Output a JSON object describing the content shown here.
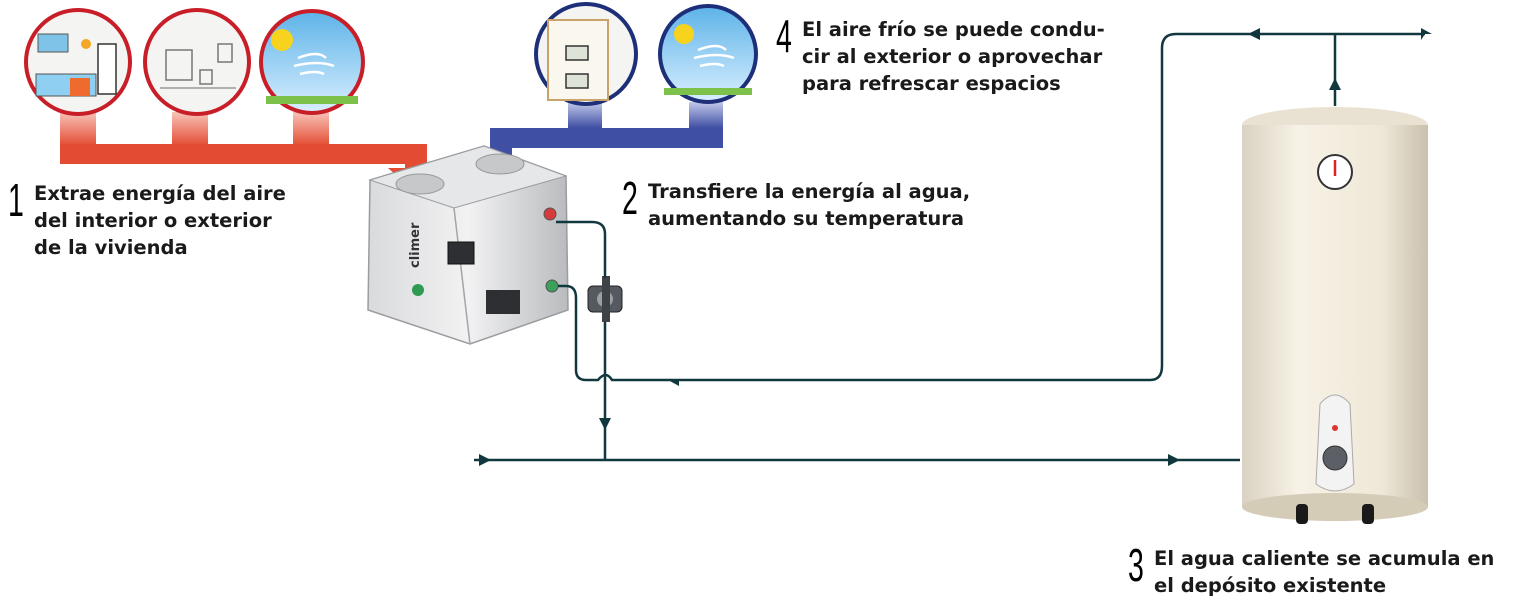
{
  "steps": [
    {
      "number": "1",
      "lines": [
        "Extrae energía del aire",
        "del interior o exterior",
        "de la vivienda"
      ]
    },
    {
      "number": "2",
      "lines": [
        "Transfiere la energía al agua,",
        "aumentando su temperatura"
      ]
    },
    {
      "number": "3",
      "lines": [
        "El agua caliente se acumula en",
        "el depósito existente"
      ]
    },
    {
      "number": "4",
      "lines": [
        "El aire frío se puede condu-",
        "cir al exterior o aprovechar",
        "para refrescar espacios"
      ]
    }
  ],
  "unit": {
    "brand": "climer"
  },
  "colors": {
    "warm_air": "#e34b32",
    "cold_air": "#3f4fa3",
    "pipe": "#12383f",
    "tank_body": "#f3ede0",
    "circle_warm_border": "#c81e28",
    "circle_cold_border": "#1e2f7a"
  },
  "icons": {
    "source_circles": [
      "kitchen-icon",
      "bathroom-icon",
      "outdoor-air-icon"
    ],
    "destination_circles": [
      "storage-room-icon",
      "outdoor-air-icon"
    ]
  }
}
